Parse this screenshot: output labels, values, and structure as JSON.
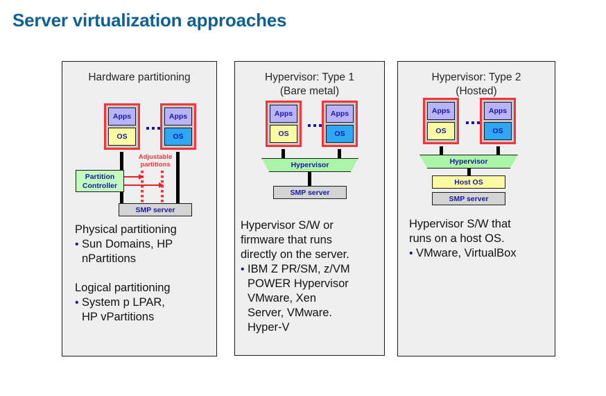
{
  "title": "Server virtualization approaches",
  "colors": {
    "title": "#0f6194",
    "panel_bg": "#efefef",
    "vm_border": "#f5343a",
    "apps_fill": "#b9b3fb",
    "os_yellow": "#fbfba4",
    "os_blue": "#2ea7f5",
    "hypervisor_green": "#aaf5a8",
    "controller_green": "#c3fbbf",
    "server_gray": "#d4d4d4",
    "label_navy": "#1a1aa0",
    "partition_red": "#f5343a"
  },
  "panels": [
    {
      "heading": "Hardware partitioning",
      "vm_left": {
        "apps": "Apps",
        "os": "OS"
      },
      "vm_right": {
        "apps": "Apps",
        "os": "OS"
      },
      "ellipsis": "...",
      "controller": "Partition\nController",
      "adjustable_label": "Adjustable\npartitions",
      "server": "SMP server",
      "text": [
        {
          "type": "para",
          "value": "Physical partitioning"
        },
        {
          "type": "bullet",
          "value": "Sun Domains, HP\nnPartitions"
        },
        {
          "type": "spacer",
          "value": ""
        },
        {
          "type": "para",
          "value": "Logical partitioning"
        },
        {
          "type": "bullet",
          "value": "System p LPAR,\nHP vPartitions"
        }
      ]
    },
    {
      "heading": "Hypervisor: Type 1\n(Bare metal)",
      "vm_left": {
        "apps": "Apps",
        "os": "OS"
      },
      "vm_right": {
        "apps": "Apps",
        "os": "OS"
      },
      "ellipsis": "...",
      "hypervisor": "Hypervisor",
      "server": "SMP server",
      "text": [
        {
          "type": "para",
          "value": "Hypervisor S/W or\nfirmware that runs\ndirectly on the server."
        },
        {
          "type": "bullet",
          "value": "IBM Z PR/SM, z/VM\nPOWER Hypervisor\nVMware, Xen\nServer, VMware.\nHyper-V"
        }
      ]
    },
    {
      "heading": "Hypervisor: Type 2\n(Hosted)",
      "vm_left": {
        "apps": "Apps",
        "os": "OS"
      },
      "vm_right": {
        "apps": "Apps",
        "os": "OS"
      },
      "ellipsis": "...",
      "hypervisor": "Hypervisor",
      "host_os": "Host OS",
      "server": "SMP server",
      "text": [
        {
          "type": "para",
          "value": "Hypervisor S/W that\nruns on a host OS."
        },
        {
          "type": "bullet",
          "value": "VMware, VirtualBox"
        }
      ]
    }
  ]
}
